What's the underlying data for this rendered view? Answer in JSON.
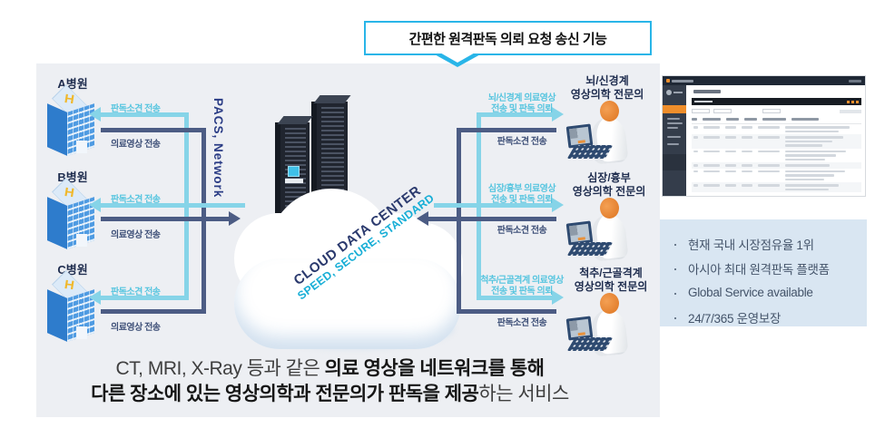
{
  "callout": {
    "label": "간편한 원격판독 의뢰 요청 송신 기능"
  },
  "network_label": "PACS, Network",
  "cloud": {
    "line1": "CLOUD DATA CENTER",
    "line2": "SPEED, SECURE, STANDARD"
  },
  "hospitals": [
    {
      "name": "A병원",
      "receive_label": "판독소견 전송",
      "send_label": "의료영상 전송"
    },
    {
      "name": "B병원",
      "receive_label": "판독소견 전송",
      "send_label": "의료영상 전송"
    },
    {
      "name": "C병원",
      "receive_label": "판독소견 전송",
      "send_label": "의료영상 전송"
    }
  ],
  "specialists": [
    {
      "name_line1": "뇌/신경계",
      "name_line2": "영상의학 전문의",
      "request_line1": "뇌/신경계 의료영상",
      "request_line2": "전송 및 판독 의뢰",
      "report_label": "판독소견 전송"
    },
    {
      "name_line1": "심장/흉부",
      "name_line2": "영상의학 전문의",
      "request_line1": "심장/흉부 의료영상",
      "request_line2": "전송 및 판독 의뢰",
      "report_label": "판독소견 전송"
    },
    {
      "name_line1": "척추/근골격계",
      "name_line2": "영상의학 전문의",
      "request_line1": "척추/근골격계 의료영상",
      "request_line2": "전송 및 판독 의뢰",
      "report_label": "판독소견 전송"
    }
  ],
  "caption": {
    "line1_regular": "CT, MRI, X-Ray 등과 같은 ",
    "line1_bold": "의료 영상을 네트워크를 통해",
    "line2_bold": "다른 장소에 있는 영상의학과 전문의가 판독을 제공",
    "line2_regular": "하는 서비스"
  },
  "infobox": {
    "items": [
      "현재 국내 시장점유율 1위",
      "아시아 최대 원격판독 플랫폼",
      "Global Service available",
      "24/7/365 운영보장"
    ]
  },
  "colors": {
    "accent_cyan": "#29b5e8",
    "arrow_light_blue": "#86d4e8",
    "arrow_dark_navy": "#4c5c84",
    "label_navy": "#1e2c4e",
    "network_blue": "#2a3c85",
    "cloud_title_navy": "#2b3a6e",
    "cloud_subtitle_cyan": "#17aed6",
    "infobox_bg": "#d9e6f2",
    "thumbnail_accent_orange": "#ef8e2b"
  }
}
